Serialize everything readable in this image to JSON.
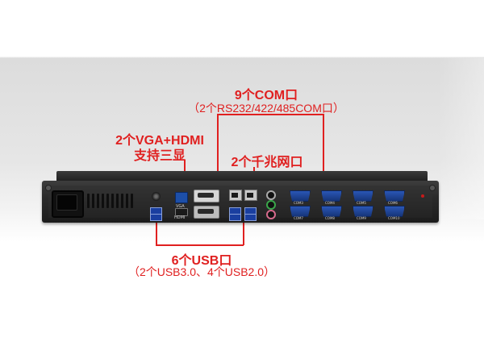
{
  "callouts": {
    "com": {
      "title": "9个COM口",
      "detail": "（2个RS232/422/485COM口）"
    },
    "display": {
      "line1": "2个VGA+HDMI",
      "line2": "支持三显"
    },
    "lan": {
      "title": "2个千兆网口"
    },
    "usb": {
      "title": "6个USB口",
      "detail": "（2个USB3.0、4个USB2.0）"
    }
  },
  "panel_labels": {
    "vga": "VGA",
    "hdmi": "HDMI",
    "com_ports": [
      "COM3",
      "COM4",
      "COM5",
      "COM6",
      "COM7",
      "COM8",
      "COM9",
      "COM10"
    ]
  },
  "colors": {
    "annotation": "#e02020",
    "chassis": "#2a2a2a",
    "serial_port": "#1d4fa8"
  }
}
